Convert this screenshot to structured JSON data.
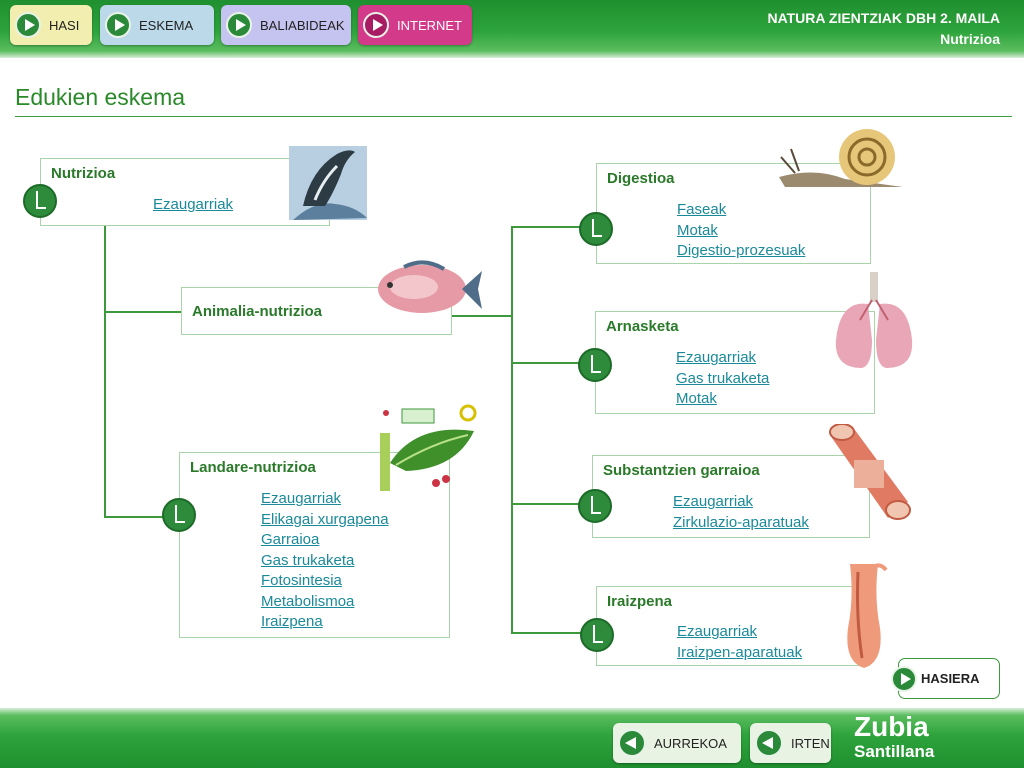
{
  "nav": {
    "hasi": "HASI",
    "eskema": "ESKEMA",
    "baliabideak": "BALIABIDEAK",
    "internet": "INTERNET"
  },
  "header": {
    "line1": "NATURA ZIENTZIAK DBH 2. MAILA",
    "line2": "Nutrizioa"
  },
  "page_title": "Edukien eskema",
  "nodes": {
    "nutrizioa": {
      "title": "Nutrizioa",
      "links": [
        "Ezaugarriak"
      ]
    },
    "animalia": {
      "title": "Animalia-nutrizioa"
    },
    "landare": {
      "title": "Landare-nutrizioa",
      "links": [
        "Ezaugarriak",
        "Elikagai xurgapena",
        "Garraioa",
        "Gas trukaketa",
        "Fotosintesia",
        "Metabolismoa",
        "Iraizpena"
      ]
    },
    "digestioa": {
      "title": "Digestioa",
      "links": [
        "Faseak",
        "Motak",
        "Digestio-prozesuak"
      ]
    },
    "arnasketa": {
      "title": "Arnasketa",
      "links": [
        "Ezaugarriak",
        "Gas trukaketa",
        "Motak"
      ]
    },
    "substantzien": {
      "title": "Substantzien garraioa",
      "links": [
        "Ezaugarriak",
        "Zirkulazio-aparatuak"
      ]
    },
    "iraizpena": {
      "title": "Iraizpena",
      "links": [
        "Ezaugarriak",
        "Iraizpen-aparatuak"
      ]
    }
  },
  "hasiera": "HASIERA",
  "footer": {
    "aurrekoa": "AURREKOA",
    "irten": "IRTEN",
    "brand_line1": "Zubia",
    "brand_line2": "Santillana"
  },
  "colors": {
    "brand_green": "#2ea43c",
    "link": "#1a8a9a",
    "internet": "#d33a8a"
  }
}
